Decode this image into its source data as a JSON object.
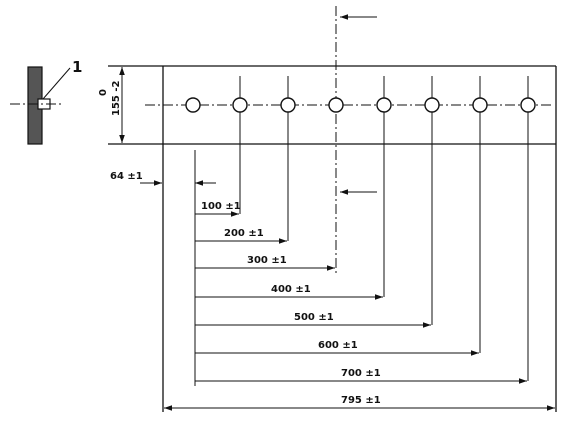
{
  "callout": {
    "label": "1"
  },
  "height_dim": {
    "upper": "0",
    "lower": "155 -2"
  },
  "edge_dim": {
    "label": "64 ±1"
  },
  "hole_dims": [
    {
      "label": "100 ±1"
    },
    {
      "label": "200 ±1"
    },
    {
      "label": "300 ±1"
    },
    {
      "label": "400 ±1"
    },
    {
      "label": "500 ±1"
    },
    {
      "label": "600 ±1"
    },
    {
      "label": "700 ±1"
    }
  ],
  "total_dim": {
    "label": "795 ±1"
  }
}
